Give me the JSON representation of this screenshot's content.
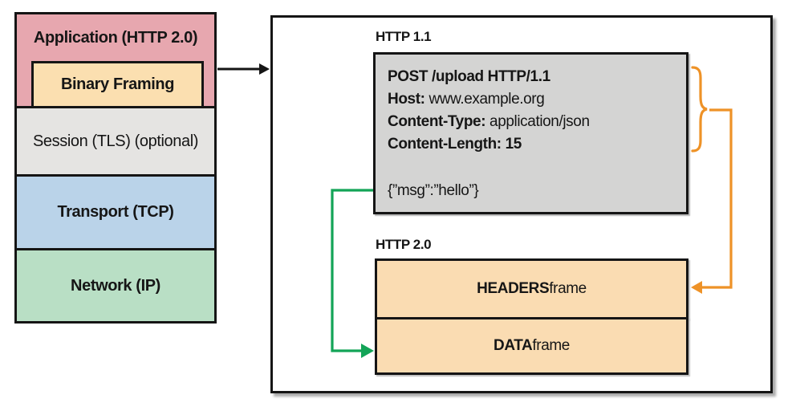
{
  "colors": {
    "pink": "#e7a7af",
    "binary_tan": "#fbdfb0",
    "session_gray": "#e5e4e2",
    "transport_blue": "#bad3e9",
    "network_green": "#b9dfc5",
    "request_gray": "#d4d4d3",
    "frame_tan": "#fadcb2",
    "orange": "#ee9227",
    "green": "#13a457",
    "line": "#151515"
  },
  "stack": {
    "application": {
      "label": "Application (HTTP 2.0)"
    },
    "binary_framing": {
      "label": "Binary Framing"
    },
    "session": {
      "label": "Session (TLS) (optional)"
    },
    "transport": {
      "label": "Transport (TCP)"
    },
    "network": {
      "label": "Network (IP)"
    }
  },
  "panel": {
    "http11_label": "HTTP 1.1",
    "http20_label": "HTTP 2.0",
    "request": {
      "lines": [
        {
          "bold": "POST /upload HTTP/1.1",
          "regular": ""
        },
        {
          "bold": "Host:",
          "regular": " www.example.org"
        },
        {
          "bold": "Content-Type:",
          "regular": " application/json"
        },
        {
          "bold": "Content-Length: 15",
          "regular": ""
        }
      ],
      "body": "{”msg”:”hello”}"
    },
    "frames": [
      {
        "name": "HEADERS",
        "suffix": " frame"
      },
      {
        "name": "DATA",
        "suffix": " frame"
      }
    ]
  }
}
